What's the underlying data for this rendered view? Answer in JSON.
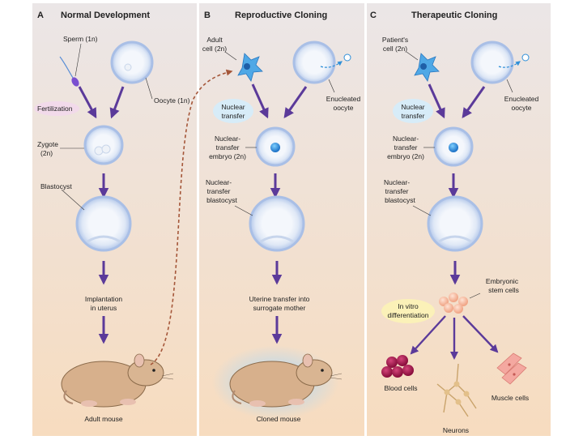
{
  "panels": {
    "a": {
      "letter": "A",
      "title": "Normal Development",
      "sperm": "Sperm (1n)",
      "oocyte": "Oocyte (1n)",
      "fertilization": "Fertilization",
      "zygote_1": "Zygote",
      "zygote_2": "(2n)",
      "blastocyst": "Blastocyst",
      "implantation_1": "Implantation",
      "implantation_2": "in uterus",
      "adult_mouse": "Adult mouse"
    },
    "b": {
      "letter": "B",
      "title": "Reproductive Cloning",
      "adult_cell_1": "Adult",
      "adult_cell_2": "cell (2n)",
      "enucleated_1": "Enucleated",
      "enucleated_2": "oocyte",
      "nuclear_transfer_1": "Nuclear",
      "nuclear_transfer_2": "transfer",
      "embryo_1": "Nuclear-",
      "embryo_2": "transfer",
      "embryo_3": "embryo (2n)",
      "blast_1": "Nuclear-",
      "blast_2": "transfer",
      "blast_3": "blastocyst",
      "uterine_1": "Uterine transfer into",
      "uterine_2": "surrogate mother",
      "cloned_mouse": "Cloned mouse"
    },
    "c": {
      "letter": "C",
      "title": "Therapeutic Cloning",
      "patient_1": "Patient's",
      "patient_2": "cell (2n)",
      "enucleated_1": "Enucleated",
      "enucleated_2": "oocyte",
      "nuclear_transfer_1": "Nuclear",
      "nuclear_transfer_2": "transfer",
      "embryo_1": "Nuclear-",
      "embryo_2": "transfer",
      "embryo_3": "embryo (2n)",
      "blast_1": "Nuclear-",
      "blast_2": "transfer",
      "blast_3": "blastocyst",
      "stem_1": "Embryonic",
      "stem_2": "stem cells",
      "invitro_1": "In vitro",
      "invitro_2": "differentiation",
      "blood": "Blood cells",
      "neurons": "Neurons",
      "muscle": "Muscle cells"
    }
  },
  "colors": {
    "arrow": "#5b3a9a",
    "panel_top": "#ece6e6",
    "panel_bottom": "#f6dcc0",
    "cell_ring": "#b9cdef",
    "nucleus": "#2f8fd8",
    "highlight": "#d7ecf8",
    "dashed_link": "#a5573a"
  }
}
